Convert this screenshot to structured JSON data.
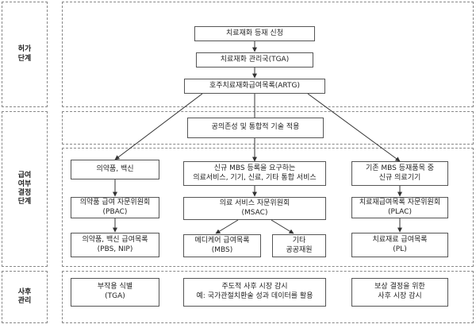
{
  "stages": {
    "approval": "허가\n단계",
    "reimbursement": "급여\n여부\n결정\n단계",
    "post": "사후\n관리"
  },
  "nodes": {
    "application": "치료재화 등재 신청",
    "tga": "치료재화 관리국(TGA)",
    "artg": "호주치료재화급여목록(ARTG)",
    "hta": "공의존성 및 통합적 기술 적용",
    "medicine": "의약품, 백신",
    "new_mbs": "신규 MBS 등록을 요구하는\n의료서비스, 기기, 신료, 기타 통합 서비스",
    "existing_mbs": "기존 MBS 등재품목 중\n신규 의료기기",
    "pbac": "의약품 급여 자문위원회\n(PBAC)",
    "msac": "의료 서비스 자문위원회\n(MSAC)",
    "plac": "치료재급여목록 자문위원회\n(PLAC)",
    "pbs": "의약품, 백신 급여목록\n(PBS, NIP)",
    "mbs": "메디케어 급여목록\n(MBS)",
    "other": "기타\n공공재원",
    "pl": "치료재료 급여목록\n(PL)",
    "signal": "부작용 식별\n(TGA)",
    "market": "주도적 사후 시장 감시\n예: 국가관절치환술 성과 데이터를 활용",
    "reimb_review": "보상 결정을 위한\n사후 시장 감시"
  }
}
